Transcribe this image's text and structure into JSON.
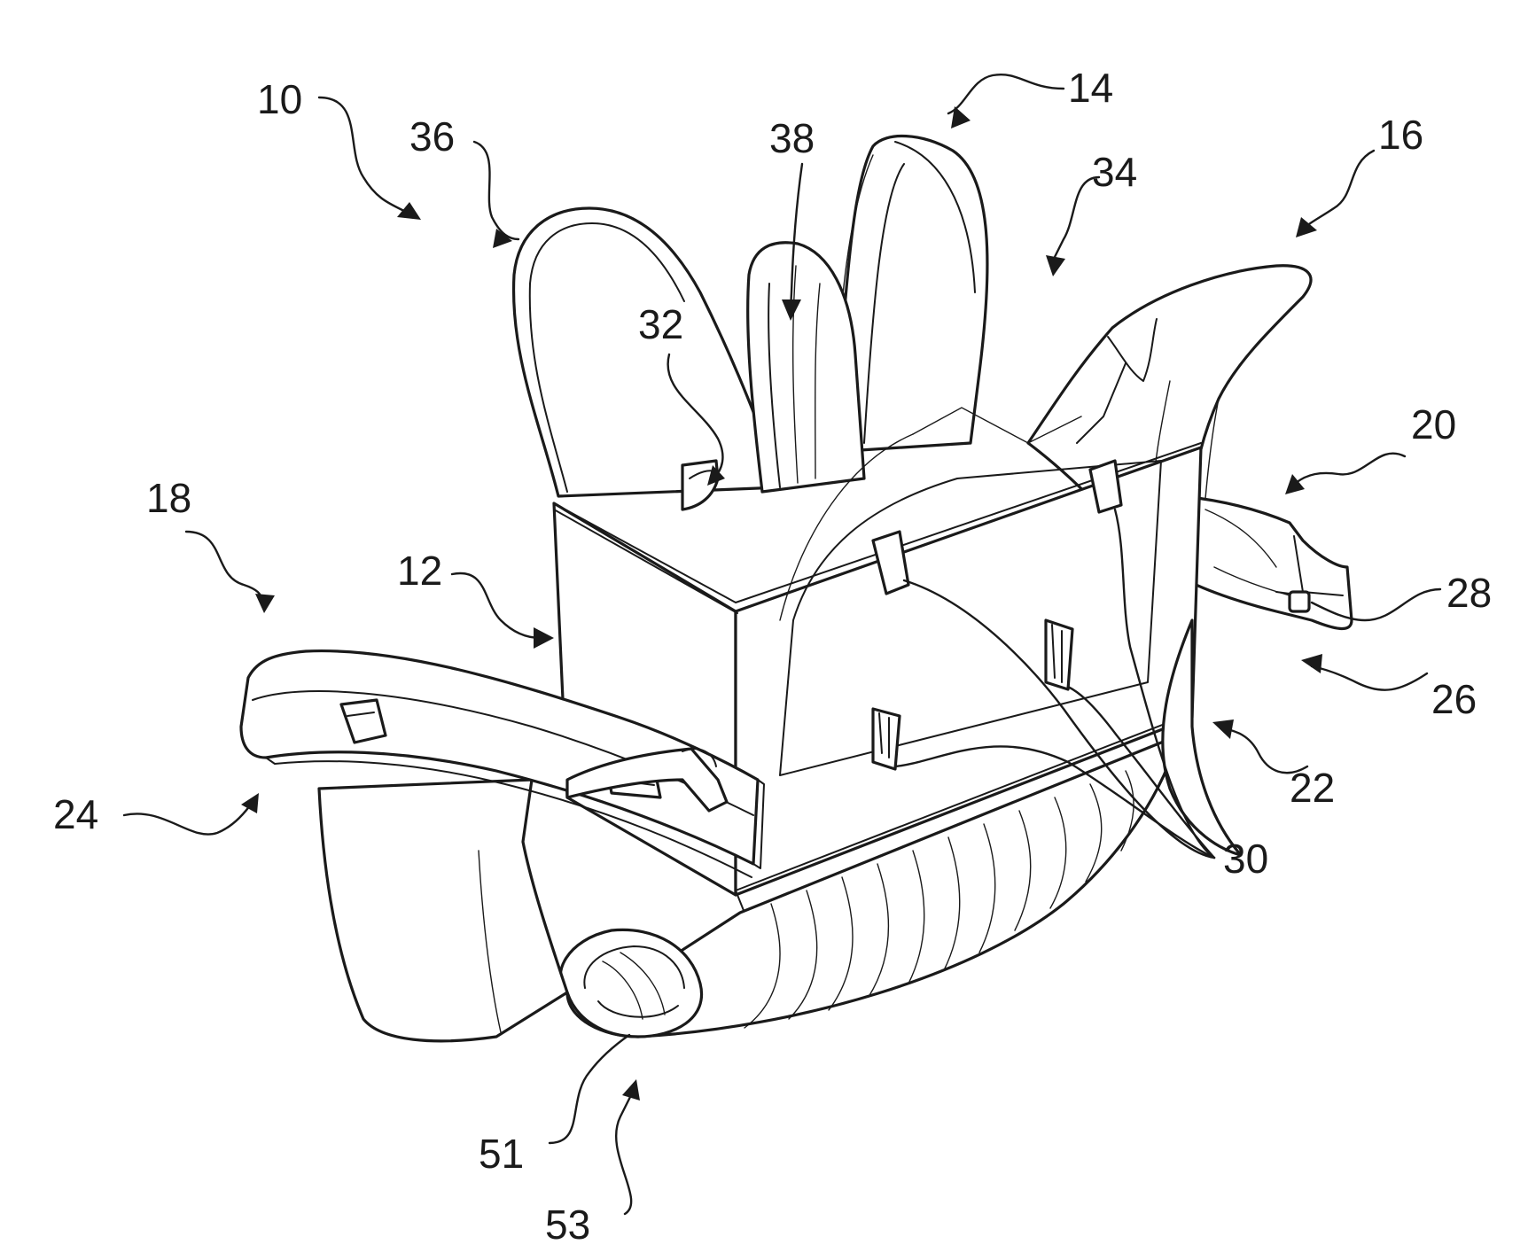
{
  "figure": {
    "reference_numerals": [
      {
        "id": "10",
        "text": "10"
      },
      {
        "id": "36",
        "text": "36"
      },
      {
        "id": "38",
        "text": "38"
      },
      {
        "id": "14",
        "text": "14"
      },
      {
        "id": "34",
        "text": "34"
      },
      {
        "id": "16",
        "text": "16"
      },
      {
        "id": "32",
        "text": "32"
      },
      {
        "id": "20",
        "text": "20"
      },
      {
        "id": "18",
        "text": "18"
      },
      {
        "id": "12",
        "text": "12"
      },
      {
        "id": "28",
        "text": "28"
      },
      {
        "id": "26",
        "text": "26"
      },
      {
        "id": "22",
        "text": "22"
      },
      {
        "id": "24",
        "text": "24"
      },
      {
        "id": "30",
        "text": "30"
      },
      {
        "id": "51",
        "text": "51"
      },
      {
        "id": "53",
        "text": "53"
      }
    ]
  }
}
